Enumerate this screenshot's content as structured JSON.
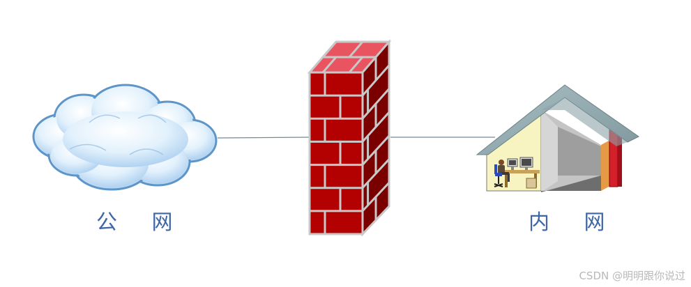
{
  "labels": {
    "public_network": "公 网",
    "private_network": "内 网"
  },
  "watermark": "CSDN @明明跟你说过",
  "nodes": [
    {
      "id": "public-network",
      "icon": "cloud-icon"
    },
    {
      "id": "firewall",
      "icon": "brick-wall-icon"
    },
    {
      "id": "private-network",
      "icon": "house-icon"
    }
  ],
  "colors": {
    "label_text": "#3f67a8",
    "cloud_fill": "#cfe6f8",
    "cloud_stroke": "#5e95c9",
    "brick_front": "#b30000",
    "brick_side": "#7a0000",
    "brick_top": "#e8545f",
    "mortar": "#c8c8c8",
    "house_roof": "#8fa7ad",
    "house_wall": "#f7f4c2",
    "connector": "#6f8a98",
    "watermark": "#b8b8b8"
  }
}
